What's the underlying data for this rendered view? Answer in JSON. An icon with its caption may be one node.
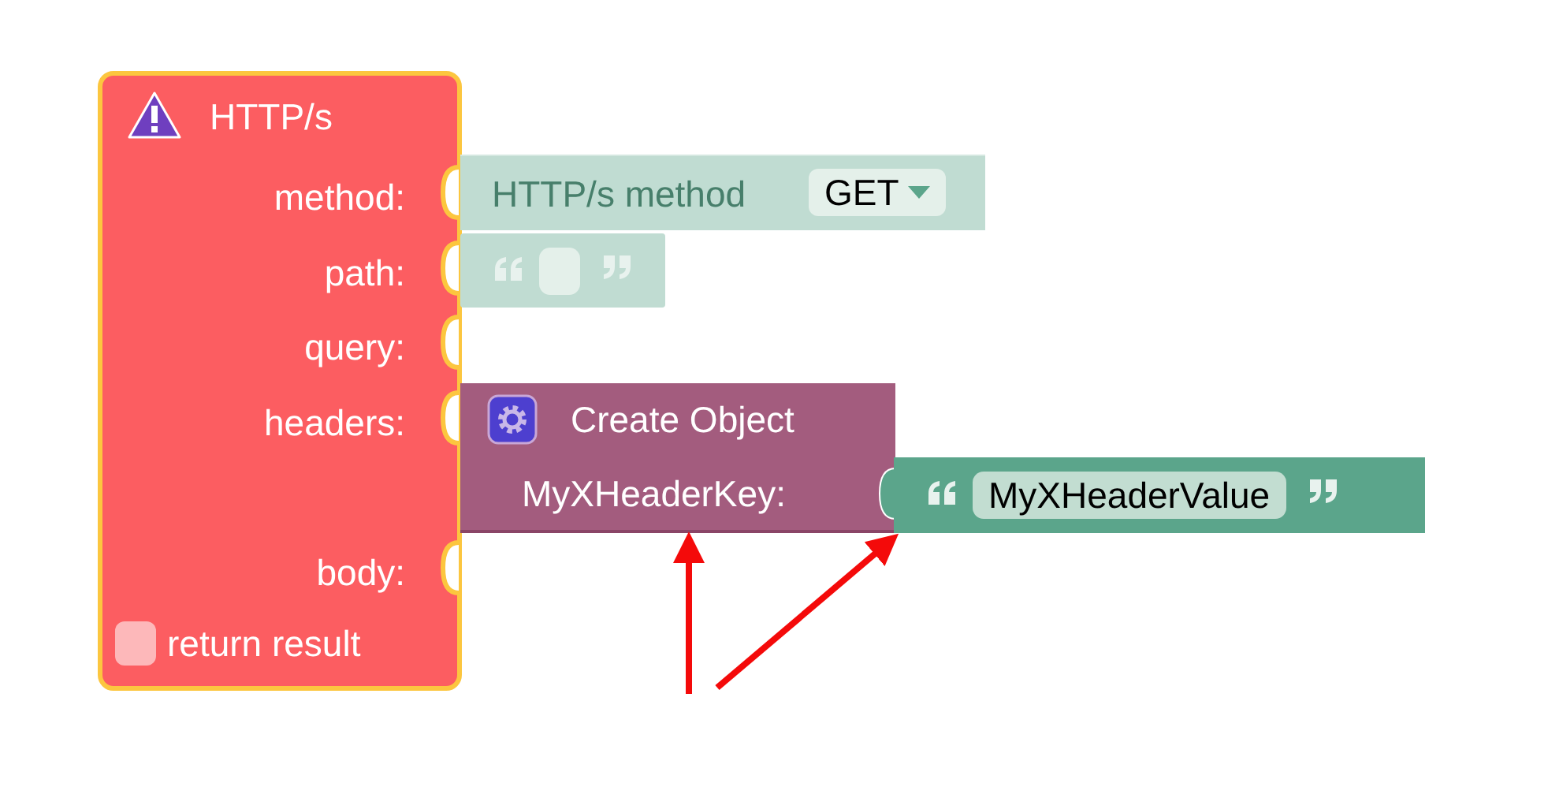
{
  "diagram": {
    "nodes": [
      {
        "text": [
          "HTTP/s",
          "method:",
          "path:",
          "query:",
          "headers:",
          "body:",
          "return result"
        ]
      },
      {
        "text": [
          "HTTP/s method",
          "GET"
        ]
      },
      {
        "text": [],
        "shape": "box"
      },
      {
        "text": [
          "Create Object",
          "MyXHeaderKey:"
        ]
      },
      {
        "text": [
          "MyXHeaderValue"
        ]
      }
    ],
    "edges": [
      {
        "from": null,
        "to": 3,
        "arrow": "to"
      },
      {
        "from": null,
        "to": 4,
        "arrow": "to"
      }
    ]
  }
}
